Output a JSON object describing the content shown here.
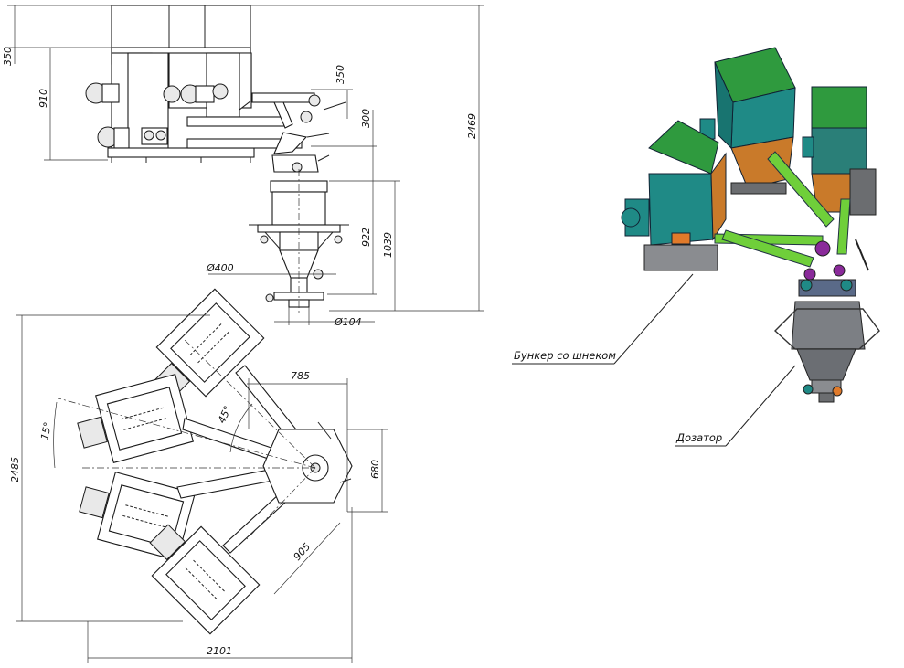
{
  "dimensions": {
    "side_view": {
      "d350_top": "350",
      "d910": "910",
      "d2469": "2469",
      "d350_right": "350",
      "d300": "300",
      "d922": "922",
      "d1039": "1039",
      "dia400": "Ø400",
      "dia104": "Ø104"
    },
    "plan_view": {
      "d2485": "2485",
      "d785": "785",
      "d15deg": "15°",
      "d45deg": "45°",
      "d680": "680",
      "d905": "905",
      "d2101": "2101"
    }
  },
  "callouts": {
    "hopper_label": "Бункер со шнеком",
    "doser_label": "Дозатор"
  },
  "colors": {
    "teal": "#1f8a86",
    "green": "#2f9a3e",
    "orange": "#c97a2a",
    "pipe_green": "#6fcf3a",
    "steel": "#7c7f84",
    "purple": "#8a2a9a"
  }
}
